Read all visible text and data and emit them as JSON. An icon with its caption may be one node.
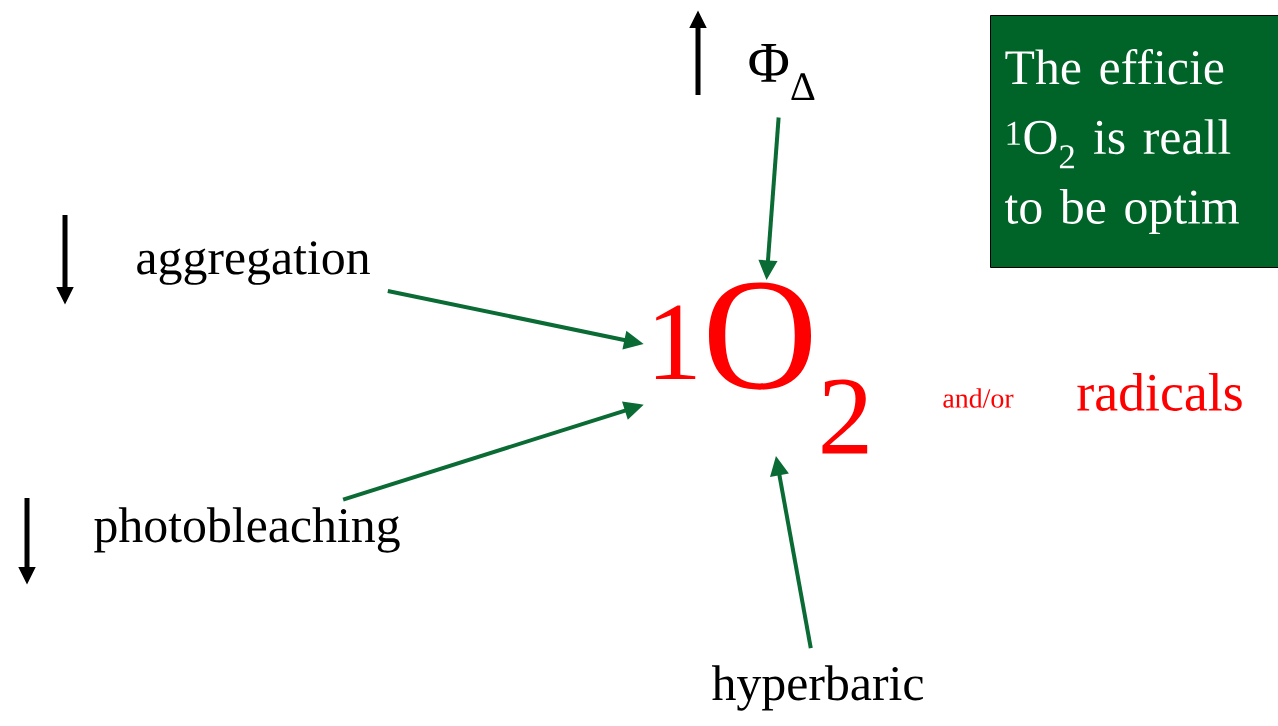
{
  "diagram": {
    "nodes": [
      {
        "text": [
          "Φ$_{Δ}$"
        ]
      },
      {
        "text": [
          "aggregation"
        ]
      },
      {
        "text": [
          "photobleaching"
        ]
      },
      {
        "text": [
          "hyperbaric"
        ]
      },
      {
        "text": [
          "$^{1}$O$_{2}$"
        ]
      },
      {
        "text": [
          "The efficie $^{1}$O$_{2}$ is reall to be optim"
        ]
      }
    ],
    "edges": [
      {
        "from": 0,
        "to": 4,
        "arrow": "to"
      },
      {
        "from": 1,
        "to": 4,
        "arrow": "to"
      },
      {
        "from": 2,
        "to": 4,
        "arrow": "to"
      },
      {
        "from": 3,
        "to": 4,
        "arrow": "to"
      }
    ],
    "labels": [
      "and/or",
      "radicals"
    ]
  }
}
